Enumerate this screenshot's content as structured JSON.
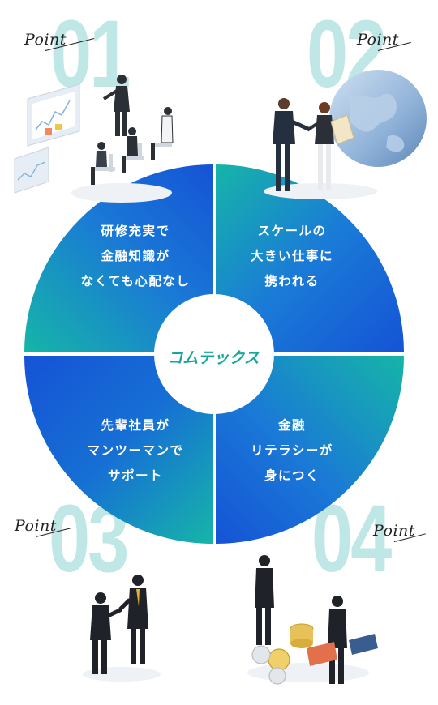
{
  "colors": {
    "numeral": "#bfe7e6",
    "teal": "#16b5a8",
    "blue": "#1553d6",
    "logo": "#14a79b"
  },
  "points": [
    {
      "number": "01",
      "label": "Point"
    },
    {
      "number": "02",
      "label": "Point"
    },
    {
      "number": "03",
      "label": "Point"
    },
    {
      "number": "04",
      "label": "Point"
    }
  ],
  "quadrants": [
    {
      "lines": [
        "研修充実で",
        "金融知識が",
        "なくても心配なし"
      ]
    },
    {
      "lines": [
        "スケールの",
        "大きい仕事に",
        "携われる"
      ]
    },
    {
      "lines": [
        "先輩社員が",
        "マンツーマンで",
        "サポート"
      ]
    },
    {
      "lines": [
        "金融",
        "リテラシーが",
        "身につく"
      ]
    }
  ],
  "logo": {
    "text": "コムテックス"
  },
  "illustrations": [
    {
      "name": "seminar-illustration",
      "icon": "presentation-icon"
    },
    {
      "name": "handshake-globe-illustration",
      "icon": "globe-icon"
    },
    {
      "name": "handshake-illustration",
      "icon": "handshake-icon"
    },
    {
      "name": "coins-illustration",
      "icon": "coins-icon"
    }
  ]
}
